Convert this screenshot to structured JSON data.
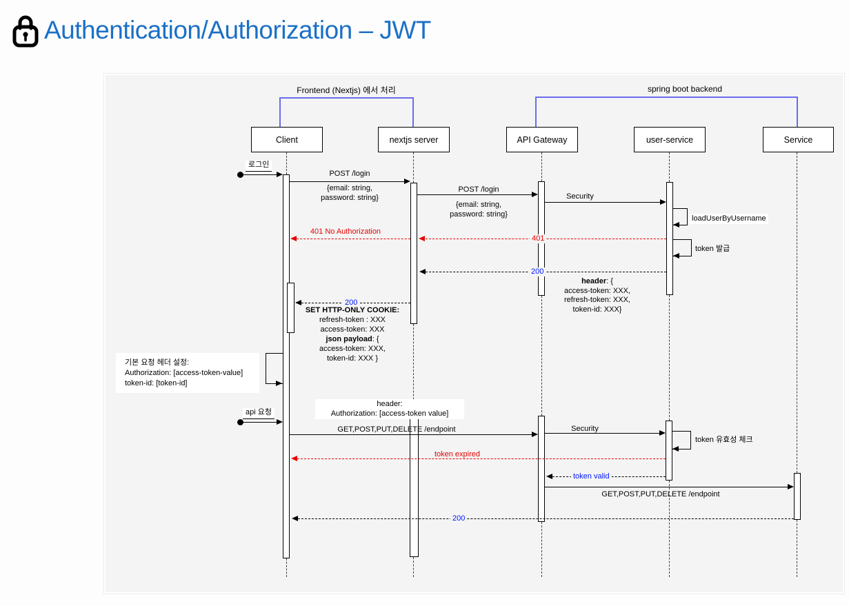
{
  "header": {
    "title": "Authentication/Authorization – JWT",
    "icon": "lock"
  },
  "frames": {
    "frontend": "Frontend (Nextjs) 에서 처리",
    "backend": "spring boot backend"
  },
  "actors": [
    {
      "id": "client",
      "label": "Client"
    },
    {
      "id": "nextjs-server",
      "label": "nextjs server"
    },
    {
      "id": "api-gateway",
      "label": "API Gateway"
    },
    {
      "id": "user-service",
      "label": "user-service"
    },
    {
      "id": "service",
      "label": "Service"
    }
  ],
  "messages": {
    "login": "로그인",
    "post_login_1": "POST /login",
    "post_login_1_payload_l1": "{email: string,",
    "post_login_1_payload_l2": "password: string}",
    "post_login_2": "POST /login",
    "post_login_2_payload_l1": "{email: string,",
    "post_login_2_payload_l2": "password: string}",
    "security_1": "Security",
    "load_user_by_username": "loadUserByUsername",
    "status_401": "401",
    "status_401_no_authorization": "401 No Authorization",
    "token_issue": "token 발급",
    "status_200_to_nextjs": "200",
    "status_200_to_client": "200",
    "api_request": "api 요청",
    "get_post_put_delete_1": "GET,POST,PUT,DELETE /endpoint",
    "security_2": "Security",
    "token_validity_check": "token 유효성 체크",
    "token_expired": "token expired",
    "token_valid": "token valid",
    "get_post_put_delete_2": "GET,POST,PUT,DELETE /endpoint",
    "status_200_final": "200"
  },
  "notes": {
    "token_header": {
      "l1_bold": "header",
      "l1_rest": ": {",
      "l2": "access-token: XXX,",
      "l3": "refresh-token: XXX,",
      "l4": "token-id: XXX}"
    },
    "set_cookie": {
      "l1": "SET HTTP-ONLY COOKIE:",
      "l2": "refresh-token : XXX",
      "l3": "access-token: XXX",
      "l4_bold": "json payload",
      "l4_rest": ": {",
      "l5": "access-token: XXX,",
      "l6": "token-id: XXX }"
    },
    "default_request_header": {
      "l1": "기본 요청 헤더 설정:",
      "l2": "Authorization:  [access-token-value]",
      "l3": "token-id: [token-id]"
    },
    "request_header": {
      "l1": "header:",
      "l2": "Authorization: [access-token value]"
    }
  },
  "colors": {
    "title_blue": "#1b70c6",
    "frame_blue": "#6b6bef",
    "error_red": "#e60000",
    "status_blue": "#0013ff"
  }
}
